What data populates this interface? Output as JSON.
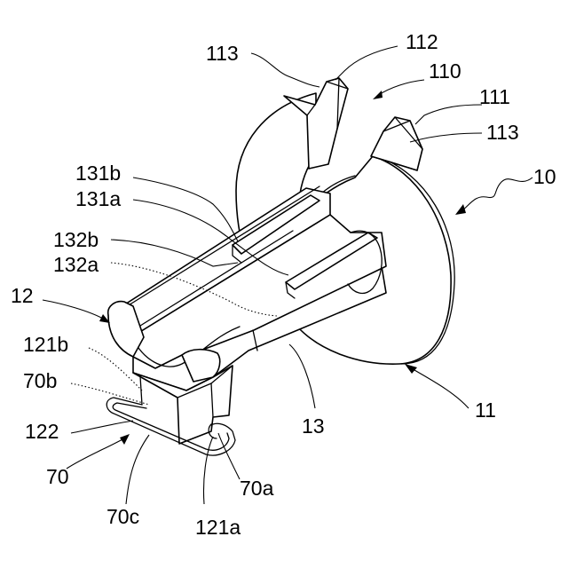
{
  "labels": {
    "l10": "10",
    "l11": "11",
    "l12": "12",
    "l13": "13",
    "l70": "70",
    "l70a": "70a",
    "l70b": "70b",
    "l70c": "70c",
    "l110": "110",
    "l111": "111",
    "l112": "112",
    "l113_top": "113",
    "l113_right": "113",
    "l121a": "121a",
    "l121b": "121b",
    "l122": "122",
    "l131a": "131a",
    "l131b": "131b",
    "l132a": "132a",
    "l132b": "132b"
  }
}
